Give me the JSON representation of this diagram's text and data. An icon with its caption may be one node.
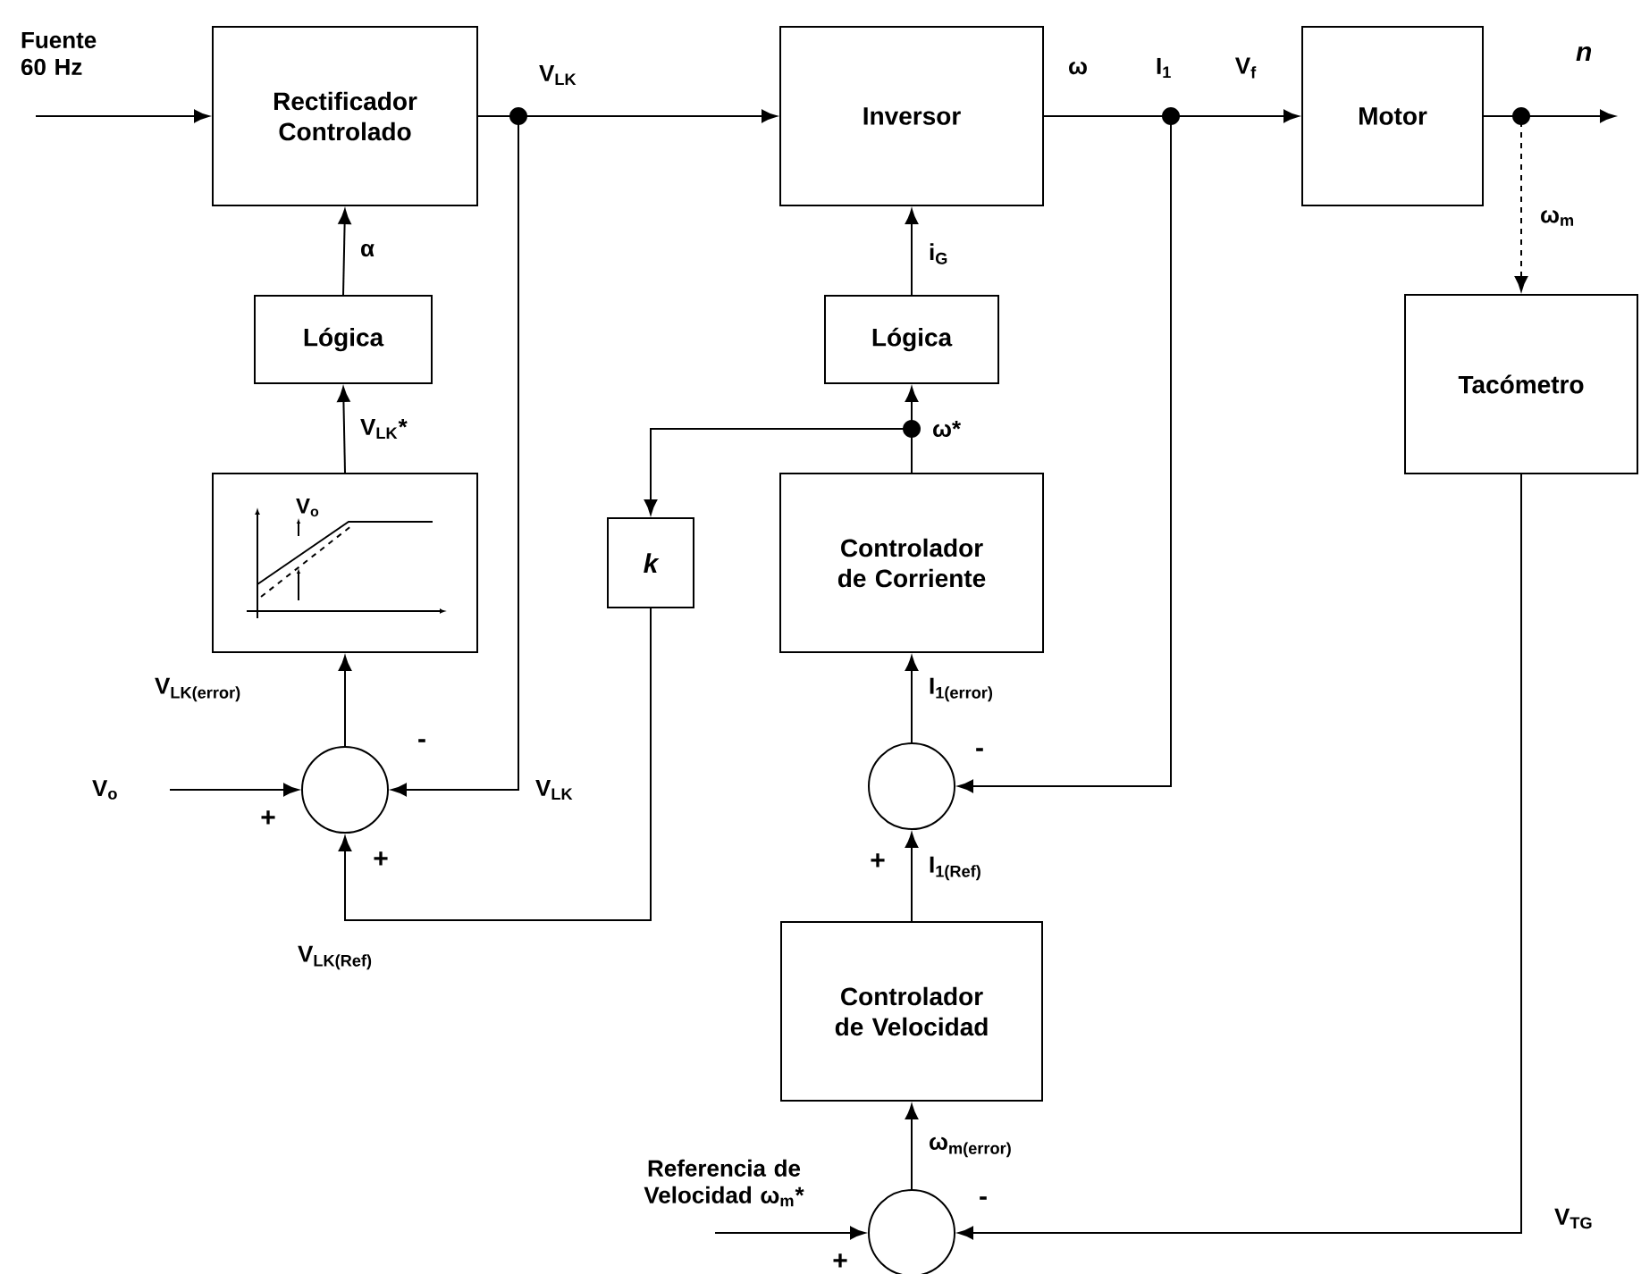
{
  "diagram": {
    "nodes": [
      {
        "text": [
          "Rectificador Controlado"
        ]
      },
      {
        "text": [
          "Lógica"
        ]
      },
      {
        "text": [
          "V$_{o}$"
        ]
      },
      {
        "text": [],
        "shape": "circle"
      },
      {
        "text": [
          "Inversor"
        ]
      },
      {
        "text": [
          "Lógica"
        ]
      },
      {
        "text": [
          "k"
        ]
      },
      {
        "text": [
          "Controlador de Corriente"
        ]
      },
      {
        "text": [],
        "shape": "circle"
      },
      {
        "text": [
          "Controlador de Velocidad"
        ]
      },
      {
        "text": [],
        "shape": "circle"
      },
      {
        "text": [
          "Motor"
        ]
      },
      {
        "text": [
          "Tacómetro"
        ]
      }
    ],
    "edges": [
      {
        "from": null,
        "to": 0,
        "arrow": "to",
        "label": "Fuente 60 Hz"
      },
      {
        "from": 0,
        "to": 4,
        "arrow": "to",
        "label": "V$_{LK}$"
      },
      {
        "from": 0,
        "to": 3,
        "arrow": "to",
        "label": "V$_{LK}$"
      },
      {
        "from": 1,
        "to": 0,
        "arrow": "to",
        "label": "α"
      },
      {
        "from": 2,
        "to": 1,
        "arrow": "to",
        "label": "V$_{LK}$*"
      },
      {
        "from": 3,
        "to": 2,
        "arrow": "to",
        "label": "V$_{LK(error)}$"
      },
      {
        "from": null,
        "to": 3,
        "arrow": "to",
        "label": "V$_{o}$"
      },
      {
        "from": 6,
        "to": 3,
        "arrow": "to",
        "label": "V$_{LK(Ref)}$"
      },
      {
        "from": 7,
        "to": 5,
        "arrow": "to",
        "label": "ω*"
      },
      {
        "from": 7,
        "to": 6,
        "arrow": "to"
      },
      {
        "from": 5,
        "to": 4,
        "arrow": "to",
        "label": "i$_{G}$"
      },
      {
        "from": 4,
        "to": 11,
        "arrow": "to",
        "label": "ω"
      },
      {
        "from": 4,
        "to": 8,
        "arrow": "to",
        "label": "I$_{1}$"
      },
      {
        "from": 8,
        "to": 7,
        "arrow": "to",
        "label": "I$_{1(error)}$"
      },
      {
        "from": 9,
        "to": 8,
        "arrow": "to",
        "label": "I$_{1(Ref)}$"
      },
      {
        "from": 10,
        "to": 9,
        "arrow": "to",
        "label": "ω$_{m(error)}$"
      },
      {
        "from": null,
        "to": 10,
        "arrow": "to",
        "label": "Referencia de Velocidad ω$_{m}$*"
      },
      {
        "from": 11,
        "to": null,
        "arrow": "to",
        "label": "n"
      },
      {
        "from": 11,
        "to": 12,
        "arrow": "to",
        "style": "dashed",
        "label": "ω$_{m}$"
      },
      {
        "from": 12,
        "to": 10,
        "arrow": "to",
        "label": "V$_{TG}$"
      }
    ],
    "labels": [
      "V$_{f}$",
      "-",
      "+",
      "+",
      "-",
      "+",
      "-",
      "+"
    ]
  }
}
